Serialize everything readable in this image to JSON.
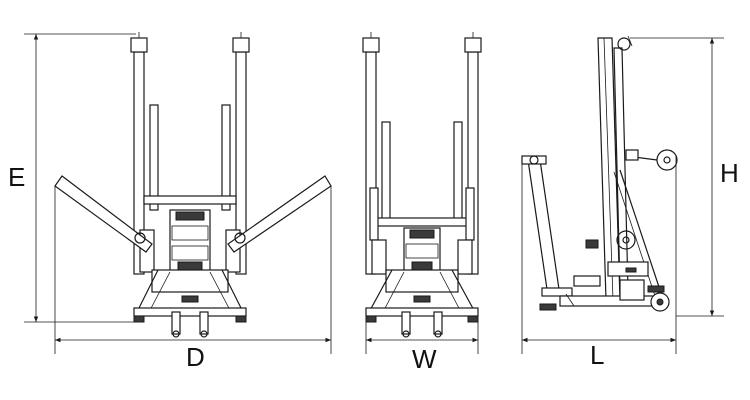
{
  "labels": {
    "front_width": "D",
    "front_height": "E",
    "rear_width": "W",
    "side_length": "L",
    "side_height": "H"
  },
  "colors": {
    "line": "#1a1a1a",
    "background": "#ffffff"
  }
}
